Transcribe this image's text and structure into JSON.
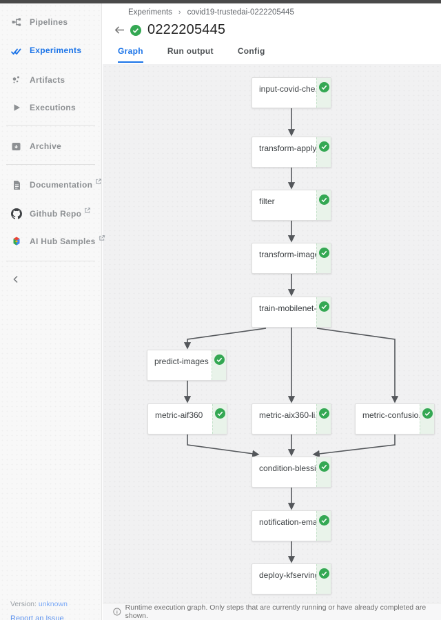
{
  "sidebar": {
    "items": [
      {
        "label": "Pipelines",
        "active": false
      },
      {
        "label": "Experiments",
        "active": true
      },
      {
        "label": "Artifacts",
        "active": false
      },
      {
        "label": "Executions",
        "active": false
      },
      {
        "label": "Archive",
        "active": false
      },
      {
        "label": "Documentation",
        "external": true
      },
      {
        "label": "Github Repo",
        "external": true
      },
      {
        "label": "AI Hub Samples",
        "external": true
      }
    ],
    "version_label": "Version:",
    "version_value": "unknown",
    "report_link": "Report an Issue"
  },
  "header": {
    "breadcrumb_root": "Experiments",
    "breadcrumb_separator": "›",
    "breadcrumb_current": "covid19-trustedai-0222205445",
    "title": "0222205445",
    "run_status": "succeeded"
  },
  "tabs": [
    {
      "label": "Graph",
      "active": true
    },
    {
      "label": "Run output",
      "active": false
    },
    {
      "label": "Config",
      "active": false
    }
  ],
  "graph": {
    "nodes": [
      {
        "label": "input-covid-che...",
        "status": "succeeded"
      },
      {
        "label": "transform-apply",
        "status": "succeeded"
      },
      {
        "label": "filter",
        "status": "succeeded"
      },
      {
        "label": "transform-images",
        "status": "succeeded"
      },
      {
        "label": "train-mobilenet-...",
        "status": "succeeded"
      },
      {
        "label": "predict-images",
        "status": "succeeded"
      },
      {
        "label": "metric-aif360",
        "status": "succeeded"
      },
      {
        "label": "metric-aix360-li...",
        "status": "succeeded"
      },
      {
        "label": "metric-confusio...",
        "status": "succeeded"
      },
      {
        "label": "condition-blessing",
        "status": "succeeded"
      },
      {
        "label": "notification-email",
        "status": "succeeded"
      },
      {
        "label": "deploy-kfserving",
        "status": "succeeded"
      }
    ],
    "footer_note": "Runtime execution graph. Only steps that are currently running or have already completed are shown."
  },
  "colors": {
    "accent_blue": "#1a73e8",
    "success_green": "#34a853",
    "success_light": "#e9f3ea",
    "edge_gray": "#54575b"
  }
}
